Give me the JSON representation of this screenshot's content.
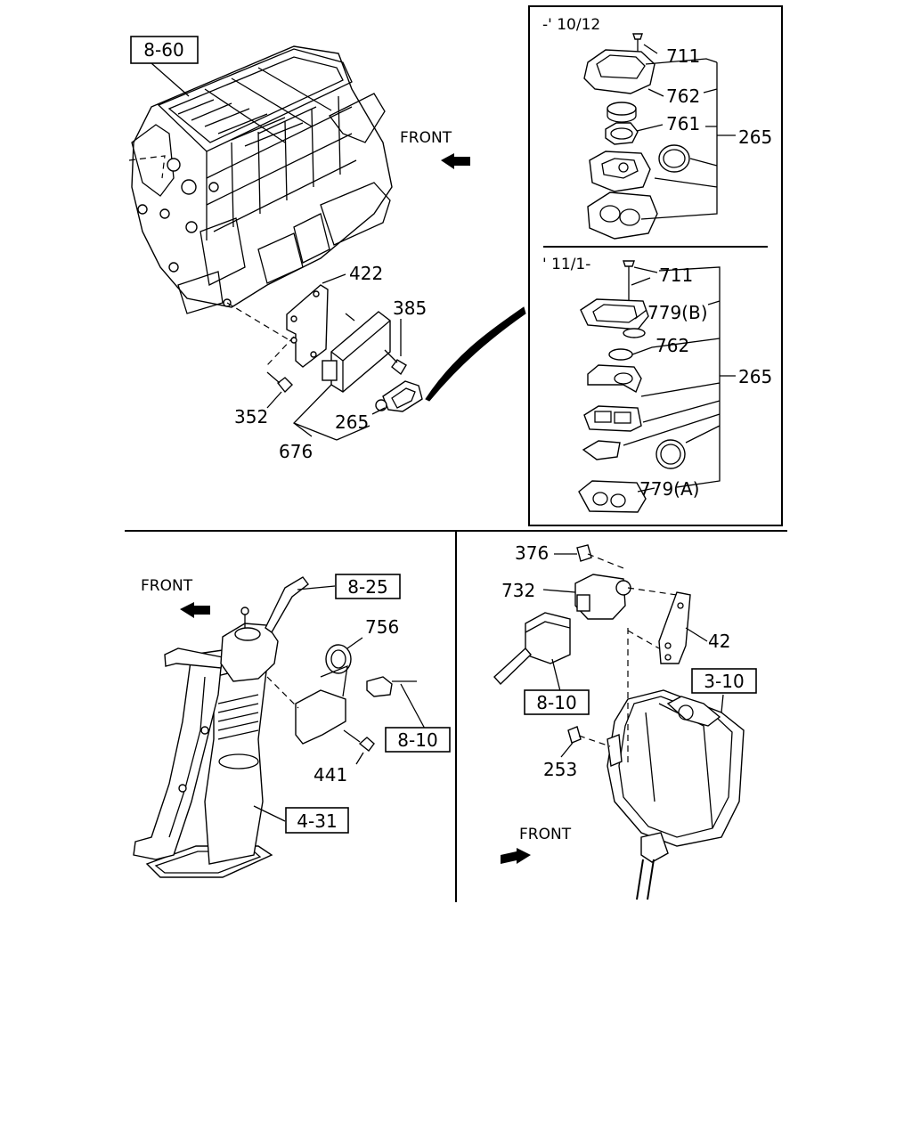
{
  "refs": {
    "r860": "8-60",
    "r825": "8-25",
    "r810a": "8-10",
    "r810b": "8-10",
    "r431": "4-31",
    "r310": "3-10"
  },
  "front": {
    "top": "FRONT",
    "left": "FRONT",
    "right": "FRONT"
  },
  "top_left": {
    "p422": "422",
    "p385": "385",
    "p352": "352",
    "p265": "265",
    "p676": "676"
  },
  "inset_upper": {
    "period": "-' 10/12",
    "p711": "711",
    "p762": "762",
    "p761": "761",
    "p265": "265"
  },
  "inset_lower": {
    "period": "' 11/1-",
    "p711": "711",
    "p779b": "779(B)",
    "p762": "762",
    "p265": "265",
    "p779a": "779(A)"
  },
  "bottom_left": {
    "p756": "756",
    "p441": "441"
  },
  "bottom_right": {
    "p376": "376",
    "p732": "732",
    "p42": "42",
    "p253": "253"
  }
}
